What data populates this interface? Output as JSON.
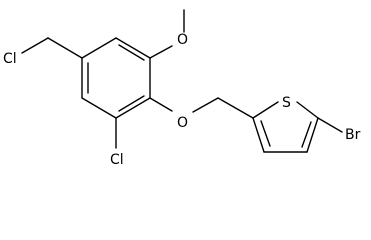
{
  "molecule": {
    "atom_labels": {
      "chloromethyl_cl": "Cl",
      "methoxy_o": "O",
      "ether_o": "O",
      "aryl_cl": "Cl",
      "thiophene_s": "S",
      "bromo": "Br"
    }
  }
}
